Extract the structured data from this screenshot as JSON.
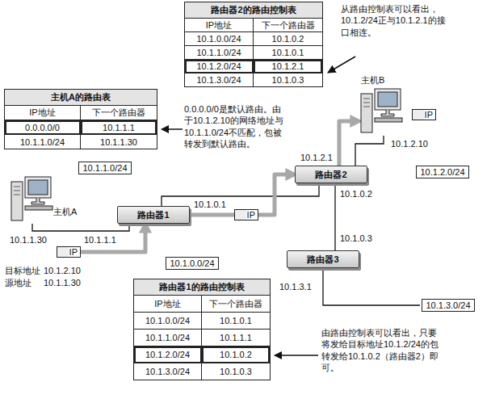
{
  "diagram": {
    "nodes": [
      {
        "text": [
          "路由器2的路由控制表",
          "IP地址",
          "下一个路由器",
          "10.1.0.0/24",
          "10.1.0.2",
          "10.1.1.0/24",
          "10.1.0.1",
          "10.1.2.0/24",
          "10.1.2.1",
          "10.1.3.0/24",
          "10.1.0.3"
        ]
      },
      {
        "text": [
          "主机B"
        ]
      },
      {
        "text": [
          "IP"
        ]
      },
      {
        "text": [
          "主机A的路由表",
          "IP地址",
          "下一个路由器",
          "0.0.0.0/0",
          "10.1.1.1",
          "10.1.1.0/24",
          "10.1.1.30"
        ]
      },
      {
        "text": [
          "主机A"
        ]
      },
      {
        "text": [
          "10.1.1.0/24"
        ]
      },
      {
        "text": [
          "路由器2"
        ]
      },
      {
        "text": [
          "10.1.2.0/24"
        ]
      },
      {
        "text": [
          "路由器1"
        ]
      },
      {
        "text": [
          "IP"
        ]
      },
      {
        "text": [
          "IP"
        ]
      },
      {
        "text": [
          "10.1.0.0/24"
        ]
      },
      {
        "text": [
          "路由器3"
        ]
      },
      {
        "text": [
          "路由器1的路由控制表",
          "IP地址",
          "下一个路由器",
          "10.1.0.0/24",
          "10.1.0.1",
          "10.1.1.0/24",
          "10.1.1.1",
          "10.1.2.0/24",
          "10.1.0.2",
          "10.1.3.0/24",
          "10.1.0.3"
        ]
      },
      {
        "text": [
          "10.1.3.0/24"
        ]
      }
    ],
    "edges": [
      {
        "from": 10,
        "to": 8,
        "arrow": "to"
      },
      {
        "from": 8,
        "to": 9,
        "arrow": "none"
      },
      {
        "from": 9,
        "to": 6,
        "arrow": "to"
      },
      {
        "from": 6,
        "to": 1,
        "arrow": "to"
      }
    ],
    "labels": [
      "从路由控制表可以看出，10.1.2/24正与10.1.2.1的接口相连。",
      "0.0.0.0/0是默认路由。由于10.1.2.10的网络地址与10.1.1.0/24不匹配，包被转发到默认路由。",
      "10.1.2.1",
      "10.1.2.10",
      "10.1.1.30",
      "10.1.1.1",
      "10.1.0.1",
      "10.1.0.2",
      "10.1.0.3",
      "10.1.3.1",
      "目标地址",
      "10.1.2.10",
      "源地址",
      "10.1.1.30",
      "由路由控制表可以看出，只要将发给目标地址10.1.2/24的包转发给10.1.0.2（路由器2）即可。"
    ]
  }
}
